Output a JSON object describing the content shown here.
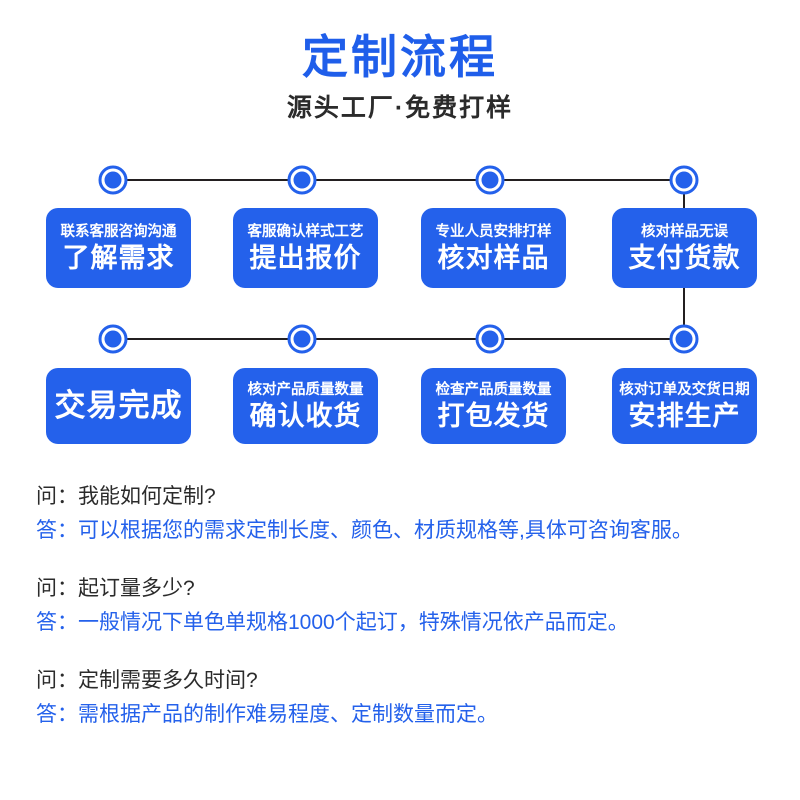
{
  "header": {
    "title": "定制流程",
    "subtitle": "源头工厂·免费打样",
    "title_color": "#1f5eea",
    "subtitle_color": "#2b2b2b"
  },
  "theme": {
    "brand_blue": "#2461eb",
    "node_ring": "#2461eb",
    "connector_line": "#231f20",
    "card_text": "#ffffff"
  },
  "flow": {
    "rows": [
      {
        "row_name": "row-1",
        "steps": [
          {
            "node": "step-node-1",
            "sub": "联系客服咨询沟通",
            "main": "了解需求"
          },
          {
            "node": "step-node-2",
            "sub": "客服确认样式工艺",
            "main": "提出报价"
          },
          {
            "node": "step-node-3",
            "sub": "专业人员安排打样",
            "main": "核对样品"
          },
          {
            "node": "step-node-4",
            "sub": "核对样品无误",
            "main": "支付货款"
          }
        ]
      },
      {
        "row_name": "row-2",
        "steps": [
          {
            "node": "step-node-8",
            "sub": "",
            "main": "交易完成"
          },
          {
            "node": "step-node-7",
            "sub": "核对产品质量数量",
            "main": "确认收货"
          },
          {
            "node": "step-node-6",
            "sub": "检查产品质量数量",
            "main": "打包发货"
          },
          {
            "node": "step-node-5",
            "sub": "核对订单及交货日期",
            "main": "安排生产"
          }
        ]
      }
    ]
  },
  "faq": {
    "question_label": "问：",
    "answer_label": "答：",
    "items": [
      {
        "question": "我能如何定制?",
        "answer": "可以根据您的需求定制长度、颜色、材质规格等,具体可咨询客服。"
      },
      {
        "question": "起订量多少?",
        "answer": "一般情况下单色单规格1000个起订，特殊情况依产品而定。"
      },
      {
        "question": "定制需要多久时间?",
        "answer": "需根据产品的制作难易程度、定制数量而定。"
      }
    ]
  }
}
